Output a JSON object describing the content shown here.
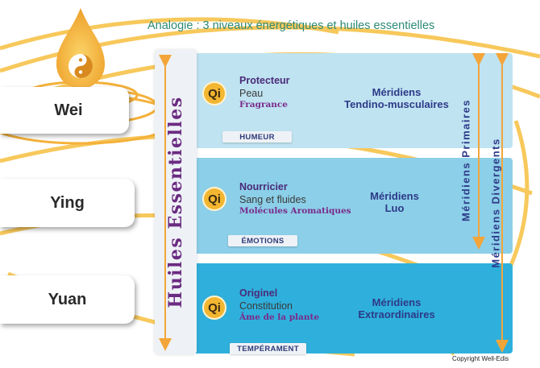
{
  "title": "Analogie : 3 niveaux énergétiques et huiles essentielles",
  "side_labels": [
    "Wei",
    "Ying",
    "Yuan"
  ],
  "vertical_label": "Huiles Essentielles",
  "qi_label": "Qi",
  "levels": [
    {
      "name": "Protecteur",
      "sub": "Peau",
      "oil": "Fragrance",
      "meridians": [
        "Méridiens",
        "Tendino-musculaires"
      ],
      "tag": "HUMEUR"
    },
    {
      "name": "Nourricier",
      "sub": "Sang et fluides",
      "oil": "Molécules Aromatiques",
      "meridians": [
        "Méridiens",
        "Luo"
      ],
      "tag": "ÉMOTIONS"
    },
    {
      "name": "Originel",
      "sub": "Constitution",
      "oil": "Âme de la plante",
      "meridians": [
        "Méridiens",
        "Extraordinaires"
      ],
      "tag": "TEMPÉRAMENT"
    }
  ],
  "right_labels": {
    "primaires": "Méridiens Primaires",
    "divergents": "Méridiens Divergents"
  },
  "copyright": "Copyright Well-Edis",
  "colors": {
    "band_top": "#bfe3f1",
    "band_mid": "#8ccfe8",
    "band_bottom": "#2fb0dc",
    "orange": "#f3a53a",
    "purple": "#6b2b82",
    "navy": "#2d3a88"
  }
}
